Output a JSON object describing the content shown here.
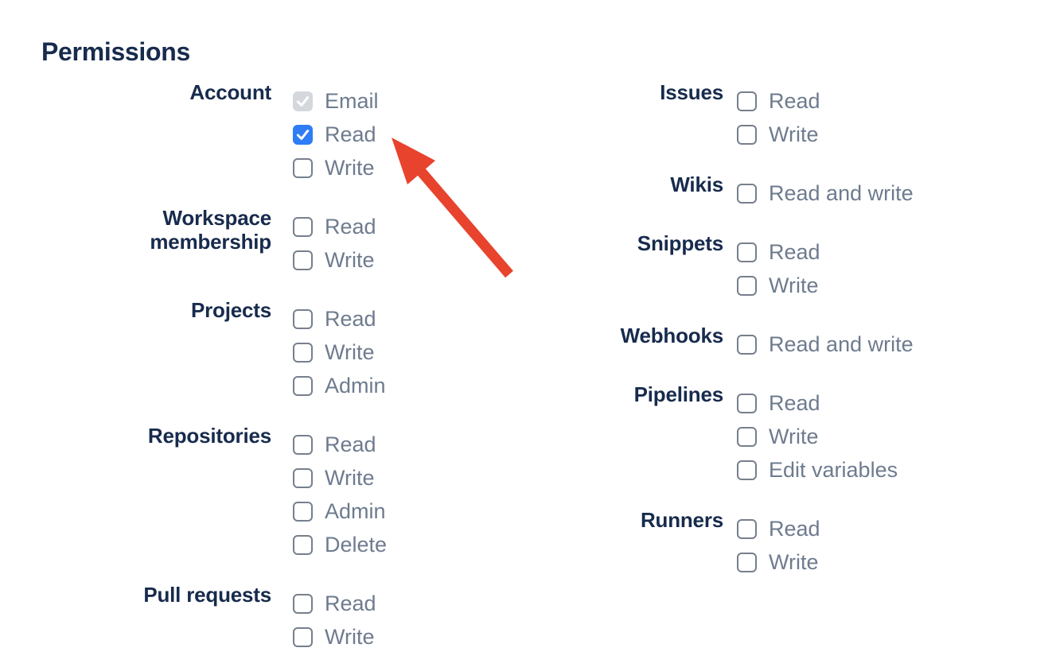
{
  "heading": "Permissions",
  "colors": {
    "heading_text": "#172b4d",
    "group_label_text": "#172b4d",
    "option_label_text": "#6e7b8e",
    "checkbox_border": "#767f8c",
    "checkbox_checked_bg": "#2e7cf6",
    "checkbox_checked_disabled_bg": "#d4d7dc",
    "check_mark": "#ffffff",
    "arrow": "#e8432d"
  },
  "annotation": {
    "shape": "arrow",
    "color": "#e8432d",
    "points_to": "Account Read checkbox"
  },
  "columns": [
    {
      "groups": [
        {
          "label": "Account",
          "options": [
            {
              "label": "Email",
              "checked": true,
              "disabled": true
            },
            {
              "label": "Read",
              "checked": true,
              "disabled": false
            },
            {
              "label": "Write",
              "checked": false,
              "disabled": false
            }
          ]
        },
        {
          "label": "Workspace membership",
          "options": [
            {
              "label": "Read",
              "checked": false,
              "disabled": false
            },
            {
              "label": "Write",
              "checked": false,
              "disabled": false
            }
          ]
        },
        {
          "label": "Projects",
          "options": [
            {
              "label": "Read",
              "checked": false,
              "disabled": false
            },
            {
              "label": "Write",
              "checked": false,
              "disabled": false
            },
            {
              "label": "Admin",
              "checked": false,
              "disabled": false
            }
          ]
        },
        {
          "label": "Repositories",
          "options": [
            {
              "label": "Read",
              "checked": false,
              "disabled": false
            },
            {
              "label": "Write",
              "checked": false,
              "disabled": false
            },
            {
              "label": "Admin",
              "checked": false,
              "disabled": false
            },
            {
              "label": "Delete",
              "checked": false,
              "disabled": false
            }
          ]
        },
        {
          "label": "Pull requests",
          "options": [
            {
              "label": "Read",
              "checked": false,
              "disabled": false
            },
            {
              "label": "Write",
              "checked": false,
              "disabled": false
            }
          ]
        }
      ]
    },
    {
      "groups": [
        {
          "label": "Issues",
          "options": [
            {
              "label": "Read",
              "checked": false,
              "disabled": false
            },
            {
              "label": "Write",
              "checked": false,
              "disabled": false
            }
          ]
        },
        {
          "label": "Wikis",
          "options": [
            {
              "label": "Read and write",
              "checked": false,
              "disabled": false
            }
          ]
        },
        {
          "label": "Snippets",
          "options": [
            {
              "label": "Read",
              "checked": false,
              "disabled": false
            },
            {
              "label": "Write",
              "checked": false,
              "disabled": false
            }
          ]
        },
        {
          "label": "Webhooks",
          "options": [
            {
              "label": "Read and write",
              "checked": false,
              "disabled": false
            }
          ]
        },
        {
          "label": "Pipelines",
          "options": [
            {
              "label": "Read",
              "checked": false,
              "disabled": false
            },
            {
              "label": "Write",
              "checked": false,
              "disabled": false
            },
            {
              "label": "Edit variables",
              "checked": false,
              "disabled": false
            }
          ]
        },
        {
          "label": "Runners",
          "options": [
            {
              "label": "Read",
              "checked": false,
              "disabled": false
            },
            {
              "label": "Write",
              "checked": false,
              "disabled": false
            }
          ]
        }
      ]
    }
  ]
}
